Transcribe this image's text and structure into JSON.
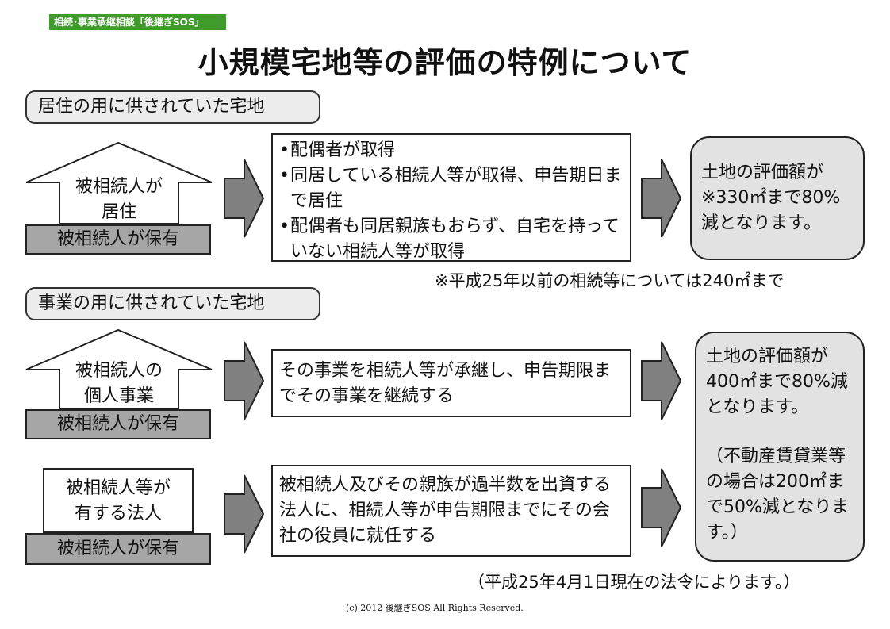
{
  "badge": "相続･事業承継相談「後継ぎSOS」",
  "title": "小規模宅地等の評価の特例について",
  "residential": {
    "heading": "居住の用に供されていた宅地",
    "house_line1": "被相続人が",
    "house_line2": "居住",
    "owner": "被相続人が保有",
    "conditions": [
      "配偶者が取得",
      "同居している相続人等が取得、申告期日まで居住",
      "配偶者も同居親族もおらず、自宅を持っていない相続人等が取得"
    ],
    "result": "土地の評価額が※330㎡まで80%減となります。",
    "footnote": "※平成25年以前の相続等については240㎡まで"
  },
  "business": {
    "heading": "事業の用に供されていた宅地",
    "house_line1": "被相続人の",
    "house_line2": "個人事業",
    "owner1": "被相続人が保有",
    "condition1": "その事業を相続人等が承継し、申告期限までその事業を継続する",
    "corp_line1": "被相続人等が",
    "corp_line2": "有する法人",
    "owner2": "被相続人が保有",
    "condition2": "被相続人及びその親族が過半数を出資する法人に、相続人等が申告期限までにその会社の役員に就任する",
    "result_main": "土地の評価額が400㎡まで80%減となります。",
    "result_sub": "（不動産賃貸業等の場合は200㎡まで50%減となります。）"
  },
  "law_note": "（平成25年4月1日現在の法令によります。）",
  "copyright": "(c) 2012 後継ぎSOS All Rights Reserved.",
  "colors": {
    "badge": "#3f9b2a",
    "owner_fill": "#a6a6a6",
    "arrow_fill": "#808080",
    "section_fill": "#ececec",
    "result_fill": "#e2e2e2"
  }
}
